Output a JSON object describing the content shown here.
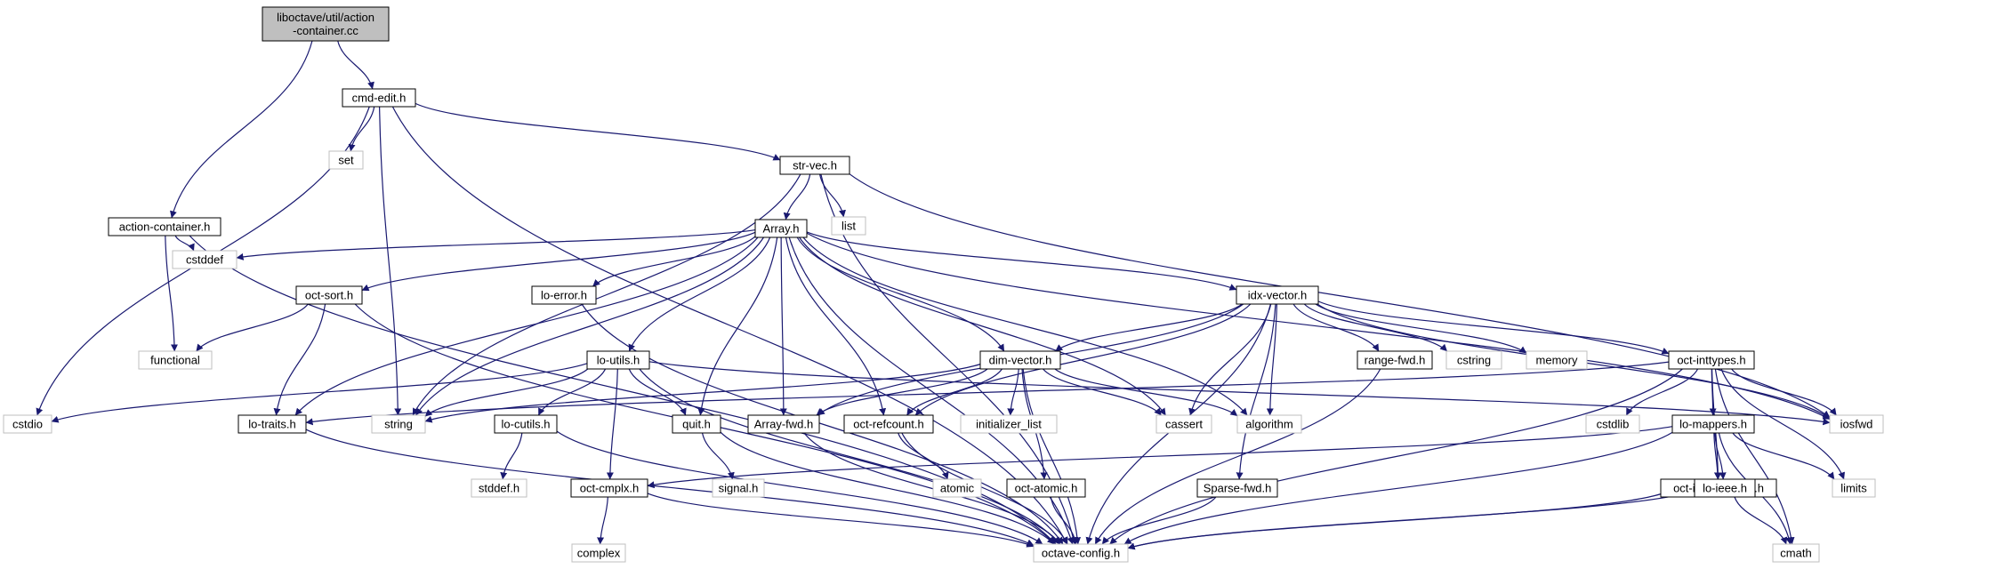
{
  "diagram": {
    "colors": {
      "edge": "#191970",
      "internal_border": "#000000",
      "external_border": "#bfbfbf",
      "root_fill": "#bfbfbf",
      "label": "#000000"
    },
    "nodes": [
      {
        "id": "root",
        "lines": [
          "liboctave/util/action",
          "-container.cc"
        ],
        "kind": "root"
      },
      {
        "id": "cmd_edit",
        "lines": [
          "cmd-edit.h"
        ],
        "kind": "internal"
      },
      {
        "id": "set",
        "lines": [
          "set"
        ],
        "kind": "external"
      },
      {
        "id": "str_vec",
        "lines": [
          "str-vec.h"
        ],
        "kind": "internal"
      },
      {
        "id": "list",
        "lines": [
          "list"
        ],
        "kind": "external"
      },
      {
        "id": "action_container",
        "lines": [
          "action-container.h"
        ],
        "kind": "internal"
      },
      {
        "id": "array_h",
        "lines": [
          "Array.h"
        ],
        "kind": "internal"
      },
      {
        "id": "cstddef",
        "lines": [
          "cstddef"
        ],
        "kind": "external"
      },
      {
        "id": "oct_sort",
        "lines": [
          "oct-sort.h"
        ],
        "kind": "internal"
      },
      {
        "id": "lo_error",
        "lines": [
          "lo-error.h"
        ],
        "kind": "internal"
      },
      {
        "id": "idx_vector",
        "lines": [
          "idx-vector.h"
        ],
        "kind": "internal"
      },
      {
        "id": "functional",
        "lines": [
          "functional"
        ],
        "kind": "external"
      },
      {
        "id": "lo_utils",
        "lines": [
          "lo-utils.h"
        ],
        "kind": "internal"
      },
      {
        "id": "dim_vector",
        "lines": [
          "dim-vector.h"
        ],
        "kind": "internal"
      },
      {
        "id": "range_fwd",
        "lines": [
          "range-fwd.h"
        ],
        "kind": "internal"
      },
      {
        "id": "cstring",
        "lines": [
          "cstring"
        ],
        "kind": "external"
      },
      {
        "id": "memory",
        "lines": [
          "memory"
        ],
        "kind": "external"
      },
      {
        "id": "oct_inttypes",
        "lines": [
          "oct-inttypes.h"
        ],
        "kind": "internal"
      },
      {
        "id": "cstdio",
        "lines": [
          "cstdio"
        ],
        "kind": "external"
      },
      {
        "id": "lo_traits",
        "lines": [
          "lo-traits.h"
        ],
        "kind": "internal"
      },
      {
        "id": "string",
        "lines": [
          "string"
        ],
        "kind": "external"
      },
      {
        "id": "lo_cutils",
        "lines": [
          "lo-cutils.h"
        ],
        "kind": "internal"
      },
      {
        "id": "quit_h",
        "lines": [
          "quit.h"
        ],
        "kind": "internal"
      },
      {
        "id": "array_fwd",
        "lines": [
          "Array-fwd.h"
        ],
        "kind": "internal"
      },
      {
        "id": "oct_refcount",
        "lines": [
          "oct-refcount.h"
        ],
        "kind": "internal"
      },
      {
        "id": "initializer_list",
        "lines": [
          "initializer_list"
        ],
        "kind": "external"
      },
      {
        "id": "cassert",
        "lines": [
          "cassert"
        ],
        "kind": "external"
      },
      {
        "id": "algorithm",
        "lines": [
          "algorithm"
        ],
        "kind": "external"
      },
      {
        "id": "cstdlib",
        "lines": [
          "cstdlib"
        ],
        "kind": "external"
      },
      {
        "id": "lo_mappers",
        "lines": [
          "lo-mappers.h"
        ],
        "kind": "internal"
      },
      {
        "id": "iosfwd",
        "lines": [
          "iosfwd"
        ],
        "kind": "external"
      },
      {
        "id": "stddef_h",
        "lines": [
          "stddef.h"
        ],
        "kind": "external"
      },
      {
        "id": "signal_h",
        "lines": [
          "signal.h"
        ],
        "kind": "external"
      },
      {
        "id": "atomic",
        "lines": [
          "atomic"
        ],
        "kind": "external"
      },
      {
        "id": "limits",
        "lines": [
          "limits"
        ],
        "kind": "external"
      },
      {
        "id": "oct_cmplx",
        "lines": [
          "oct-cmplx.h"
        ],
        "kind": "internal"
      },
      {
        "id": "oct_atomic",
        "lines": [
          "oct-atomic.h"
        ],
        "kind": "internal"
      },
      {
        "id": "sparse_fwd",
        "lines": [
          "Sparse-fwd.h"
        ],
        "kind": "internal"
      },
      {
        "id": "oct_inttypes_fwd",
        "lines": [
          "oct-inttypes-fwd.h"
        ],
        "kind": "internal"
      },
      {
        "id": "lo_ieee",
        "lines": [
          "lo-ieee.h"
        ],
        "kind": "internal"
      },
      {
        "id": "complex",
        "lines": [
          "complex"
        ],
        "kind": "external"
      },
      {
        "id": "octave_config",
        "lines": [
          "octave-config.h"
        ],
        "kind": "external"
      },
      {
        "id": "cmath",
        "lines": [
          "cmath"
        ],
        "kind": "external"
      }
    ],
    "edges": [
      [
        "root",
        "cmd_edit"
      ],
      [
        "root",
        "action_container"
      ],
      [
        "cmd_edit",
        "set"
      ],
      [
        "cmd_edit",
        "str_vec"
      ],
      [
        "cmd_edit",
        "string"
      ],
      [
        "cmd_edit",
        "cstdio"
      ],
      [
        "cmd_edit",
        "octave_config"
      ],
      [
        "str_vec",
        "list"
      ],
      [
        "str_vec",
        "array_h"
      ],
      [
        "str_vec",
        "string"
      ],
      [
        "str_vec",
        "iosfwd"
      ],
      [
        "str_vec",
        "octave_config"
      ],
      [
        "action_container",
        "cstddef"
      ],
      [
        "action_container",
        "functional"
      ],
      [
        "action_container",
        "octave_config"
      ],
      [
        "array_h",
        "cstddef"
      ],
      [
        "array_h",
        "oct_sort"
      ],
      [
        "array_h",
        "lo_error"
      ],
      [
        "array_h",
        "idx_vector"
      ],
      [
        "array_h",
        "lo_utils"
      ],
      [
        "array_h",
        "dim_vector"
      ],
      [
        "array_h",
        "lo_traits"
      ],
      [
        "array_h",
        "string"
      ],
      [
        "array_h",
        "quit_h"
      ],
      [
        "array_h",
        "array_fwd"
      ],
      [
        "array_h",
        "oct_refcount"
      ],
      [
        "array_h",
        "cassert"
      ],
      [
        "array_h",
        "algorithm"
      ],
      [
        "array_h",
        "iosfwd"
      ],
      [
        "array_h",
        "octave_config"
      ],
      [
        "oct_sort",
        "functional"
      ],
      [
        "oct_sort",
        "lo_traits"
      ],
      [
        "oct_sort",
        "octave_config"
      ],
      [
        "lo_error",
        "octave_config"
      ],
      [
        "idx_vector",
        "dim_vector"
      ],
      [
        "idx_vector",
        "range_fwd"
      ],
      [
        "idx_vector",
        "cstring"
      ],
      [
        "idx_vector",
        "memory"
      ],
      [
        "idx_vector",
        "oct_inttypes"
      ],
      [
        "idx_vector",
        "array_fwd"
      ],
      [
        "idx_vector",
        "oct_refcount"
      ],
      [
        "idx_vector",
        "cassert"
      ],
      [
        "idx_vector",
        "algorithm"
      ],
      [
        "idx_vector",
        "sparse_fwd"
      ],
      [
        "idx_vector",
        "iosfwd"
      ],
      [
        "idx_vector",
        "octave_config"
      ],
      [
        "lo_utils",
        "cstdio"
      ],
      [
        "lo_utils",
        "string"
      ],
      [
        "lo_utils",
        "lo_cutils"
      ],
      [
        "lo_utils",
        "quit_h"
      ],
      [
        "lo_utils",
        "oct_cmplx"
      ],
      [
        "lo_utils",
        "iosfwd"
      ],
      [
        "lo_utils",
        "octave_config"
      ],
      [
        "dim_vector",
        "string"
      ],
      [
        "dim_vector",
        "array_fwd"
      ],
      [
        "dim_vector",
        "oct_refcount"
      ],
      [
        "dim_vector",
        "initializer_list"
      ],
      [
        "dim_vector",
        "cassert"
      ],
      [
        "dim_vector",
        "algorithm"
      ],
      [
        "dim_vector",
        "oct_atomic"
      ],
      [
        "dim_vector",
        "octave_config"
      ],
      [
        "range_fwd",
        "octave_config"
      ],
      [
        "oct_inttypes",
        "lo_traits"
      ],
      [
        "oct_inttypes",
        "cstdlib"
      ],
      [
        "oct_inttypes",
        "lo_mappers"
      ],
      [
        "oct_inttypes",
        "oct_inttypes_fwd"
      ],
      [
        "oct_inttypes",
        "limits"
      ],
      [
        "oct_inttypes",
        "iosfwd"
      ],
      [
        "oct_inttypes",
        "cmath"
      ],
      [
        "oct_inttypes",
        "octave_config"
      ],
      [
        "lo_traits",
        "octave_config"
      ],
      [
        "lo_cutils",
        "stddef_h"
      ],
      [
        "lo_cutils",
        "octave_config"
      ],
      [
        "quit_h",
        "signal_h"
      ],
      [
        "quit_h",
        "octave_config"
      ],
      [
        "array_fwd",
        "octave_config"
      ],
      [
        "oct_refcount",
        "atomic"
      ],
      [
        "oct_refcount",
        "octave_config"
      ],
      [
        "lo_mappers",
        "oct_cmplx"
      ],
      [
        "lo_mappers",
        "oct_inttypes_fwd"
      ],
      [
        "lo_mappers",
        "lo_ieee"
      ],
      [
        "lo_mappers",
        "limits"
      ],
      [
        "lo_mappers",
        "cmath"
      ],
      [
        "lo_mappers",
        "octave_config"
      ],
      [
        "oct_cmplx",
        "complex"
      ],
      [
        "oct_cmplx",
        "octave_config"
      ],
      [
        "oct_atomic",
        "octave_config"
      ],
      [
        "sparse_fwd",
        "octave_config"
      ],
      [
        "oct_inttypes_fwd",
        "octave_config"
      ],
      [
        "lo_ieee",
        "cmath"
      ],
      [
        "lo_ieee",
        "octave_config"
      ]
    ]
  }
}
